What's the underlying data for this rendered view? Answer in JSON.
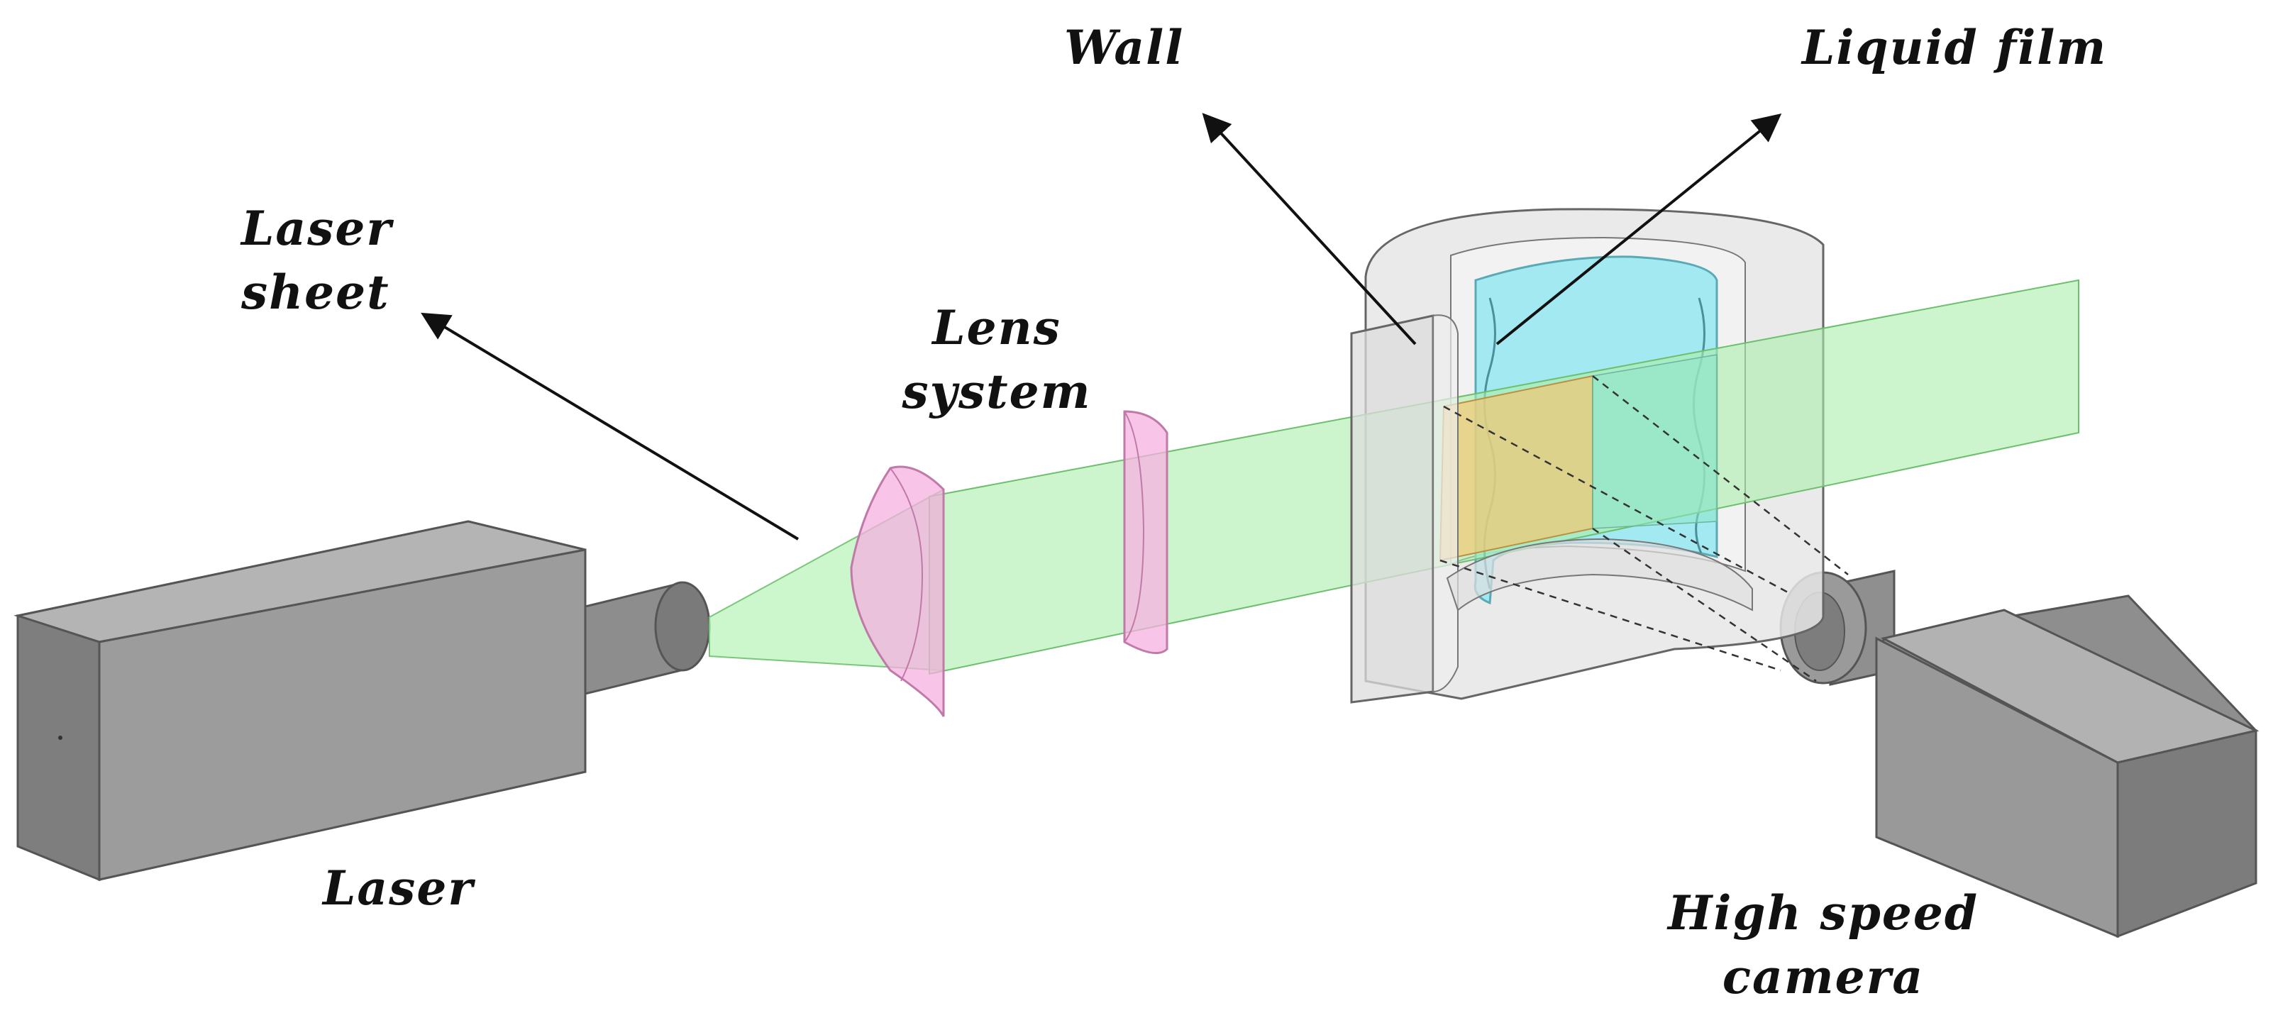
{
  "labels": {
    "wall": "Wall",
    "liquid_film": "Liquid film",
    "laser_sheet_line1": "Laser",
    "laser_sheet_line2": "sheet",
    "lens_system_line1": "Lens",
    "lens_system_line2": "system",
    "laser": "Laser",
    "camera_line1": "High speed",
    "camera_line2": "camera"
  },
  "colors": {
    "laser_body": "#9a9a9a",
    "laser_sheet": "#a8f0a8",
    "lens": "#f3a9dc",
    "liquid_film": "#7fe3ef",
    "wall": "#e2e2e2",
    "imaging_window": "#f0c86a",
    "outline": "#444444"
  }
}
